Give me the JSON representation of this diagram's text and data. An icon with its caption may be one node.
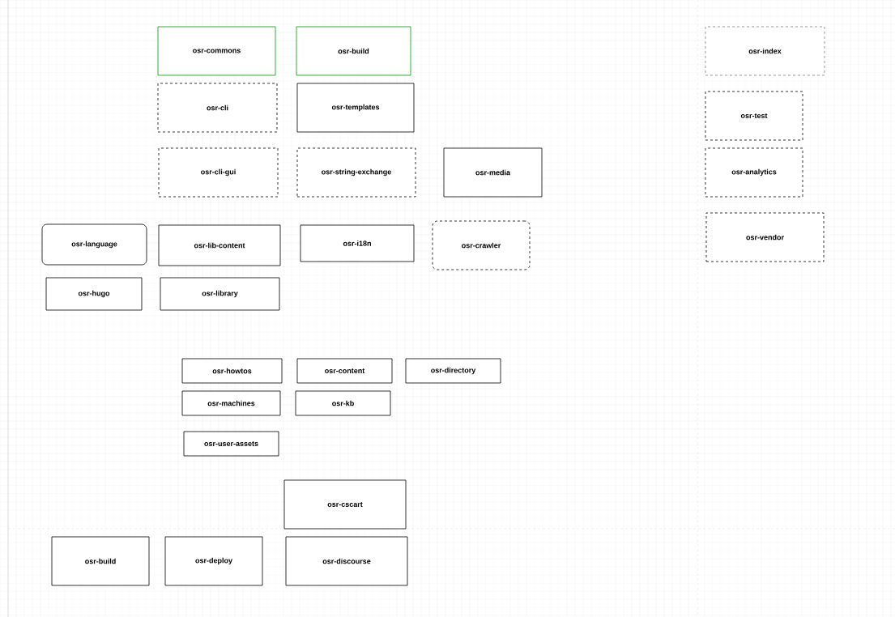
{
  "diagram": {
    "nodes": [
      {
        "text": [
          "osr-commons"
        ]
      },
      {
        "text": [
          "osr-build"
        ]
      },
      {
        "text": [
          "osr-index"
        ]
      },
      {
        "text": [
          "osr-cli"
        ]
      },
      {
        "text": [
          "osr-templates"
        ]
      },
      {
        "text": [
          "osr-test"
        ]
      },
      {
        "text": [
          "osr-cli-gui"
        ]
      },
      {
        "text": [
          "osr-string-exchange"
        ]
      },
      {
        "text": [
          "osr-media"
        ]
      },
      {
        "text": [
          "osr-analytics"
        ]
      },
      {
        "text": [
          "osr-language"
        ]
      },
      {
        "text": [
          "osr-lib-content"
        ]
      },
      {
        "text": [
          "osr-i18n"
        ]
      },
      {
        "text": [
          "osr-crawler"
        ]
      },
      {
        "text": [
          "osr-vendor"
        ]
      },
      {
        "text": [
          "osr-hugo"
        ]
      },
      {
        "text": [
          "osr-library"
        ]
      },
      {
        "text": [
          "osr-howtos"
        ]
      },
      {
        "text": [
          "osr-content"
        ]
      },
      {
        "text": [
          "osr-directory"
        ]
      },
      {
        "text": [
          "osr-machines"
        ]
      },
      {
        "text": [
          "osr-kb"
        ]
      },
      {
        "text": [
          "osr-user-assets"
        ]
      },
      {
        "text": [
          "osr-cscart"
        ]
      },
      {
        "text": [
          "osr-build"
        ]
      },
      {
        "text": [
          "osr-deploy"
        ]
      },
      {
        "text": [
          "osr-discourse"
        ]
      }
    ]
  }
}
